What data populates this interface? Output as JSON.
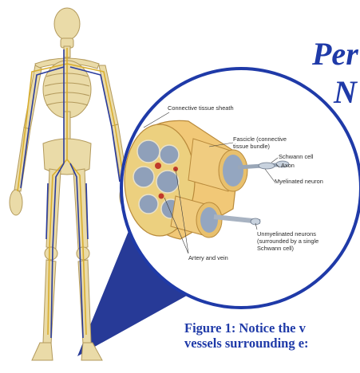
{
  "title": {
    "line1": "Per",
    "line2": "N"
  },
  "caption": {
    "line1": "Figure 1: Notice the v",
    "line2": "vessels surrounding e:"
  },
  "labels": {
    "sheath": "Connective tissue sheath",
    "fascicle1": "Fascicle (connective",
    "fascicle2": "tissue bundle)",
    "schwann": "Schwann cell",
    "axon": "Axon",
    "myelinated": "Myelinated neuron",
    "artery": "Artery and vein",
    "unmyel1": "Unmyelinated neurons",
    "unmyel2": "(surrounded by a single",
    "unmyel3": "Schwann cell)"
  },
  "colors": {
    "title": "#1f3aa8",
    "callout": "#273a97",
    "bone": "#e8d7a2",
    "nerve": "#e0b83c",
    "vessel": "#2a3c9e"
  }
}
